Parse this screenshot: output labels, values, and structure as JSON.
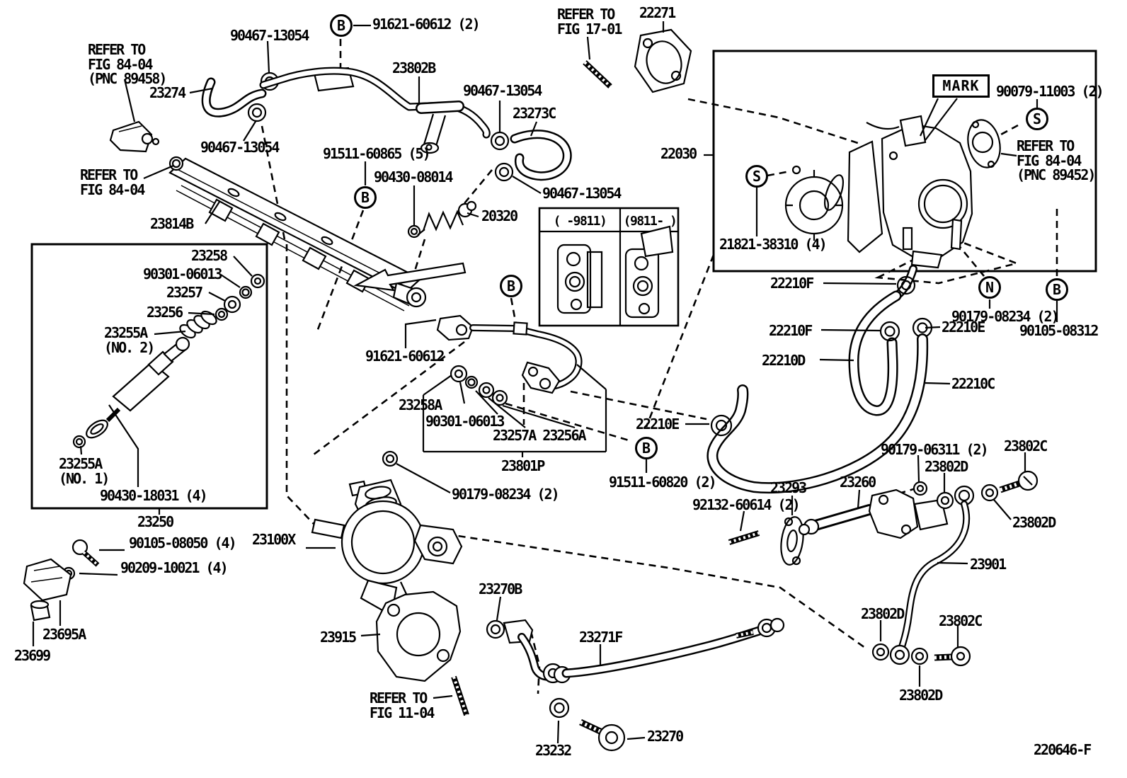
{
  "drawing_number": "220646-F",
  "mark_label": "MARK",
  "markers": {
    "b": "B",
    "s": "S",
    "n": "N"
  },
  "table": {
    "left_header": "(    -9811)",
    "right_header": "(9811-    )"
  },
  "refs": {
    "fig_84_04_pnc_89458": "REFER TO\nFIG 84-04\n(PNC 89458)",
    "fig_84_04": "REFER TO\nFIG 84-04",
    "fig_17_01": "REFER TO\nFIG 17-01",
    "fig_84_04_pnc_89452": "REFER TO\nFIG 84-04\n(PNC 89452)",
    "fig_11_04": "REFER TO\nFIG 11-04"
  },
  "parts": {
    "p23274": "23274",
    "p90467_13054": "90467-13054",
    "p91621_60612_2": "91621-60612 (2)",
    "p23802b": "23802B",
    "p23273c": "23273C",
    "p22271": "22271",
    "p22030": "22030",
    "p90079_11003_2": "90079-11003 (2)",
    "p21821_38310_4": "21821-38310 (4)",
    "p23814b": "23814B",
    "p91511_60865_5": "91511-60865 (5)",
    "p90430_08014": "90430-08014",
    "p20320": "20320",
    "p23258": "23258",
    "p90301_06013": "90301-06013",
    "p23257": "23257",
    "p23256": "23256",
    "p23255a_no2": "23255A\n(NO. 2)",
    "p23255a_no1": "23255A\n(NO. 1)",
    "p90430_18031_4": "90430-18031 (4)",
    "p23250": "23250",
    "p91621_60612": "91621-60612",
    "p23258a": "23258A",
    "p23257a_23256a": "23257A 23256A",
    "p23801p": "23801P",
    "p90179_08234_2": "90179-08234 (2)",
    "p23100x": "23100X",
    "p90105_08050_4": "90105-08050 (4)",
    "p90209_10021_4": "90209-10021 (4)",
    "p23695a": "23695A",
    "p23699": "23699",
    "p23915": "23915",
    "p23270b": "23270B",
    "p23271f": "23271F",
    "p23232": "23232",
    "p23270": "23270",
    "p22210f": "22210F",
    "p22210e": "22210E",
    "p22210d": "22210D",
    "p22210c": "22210C",
    "p90105_08312": "90105-08312",
    "p91511_60820_2": "91511-60820 (2)",
    "p92132_60614_2": "92132-60614 (2)",
    "p23293": "23293",
    "p23260": "23260",
    "p90179_06311_2": "90179-06311 (2)",
    "p23802c": "23802C",
    "p23802d": "23802D",
    "p23901": "23901"
  }
}
